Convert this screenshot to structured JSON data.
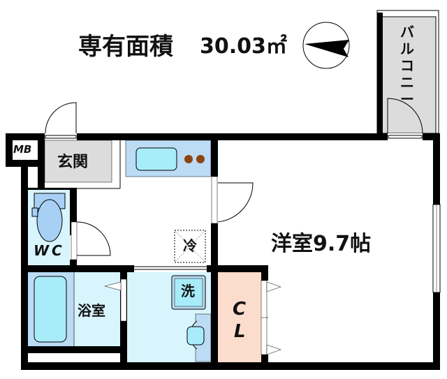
{
  "header": {
    "area_label": "専有面積",
    "area_value": "30.03㎡"
  },
  "compass": {
    "icon": "north-arrow-icon",
    "direction": "west"
  },
  "rooms": {
    "balcony": "バルコニー",
    "mb": "MB",
    "entrance": "玄関",
    "wc": "WC",
    "bathroom": "浴室",
    "refrigerator": "冷",
    "washer": "洗",
    "closet_c": "C",
    "closet_l": "L",
    "western_room": "洋室9.7帖"
  },
  "colors": {
    "wall": "#000000",
    "entrance_fill": "#dcdcdc",
    "balcony_fill": "#dcdcdc",
    "kitchen_fill": "#bcdcf5",
    "sink_fill": "#a8ecfa",
    "stove_fill": "#8b4513",
    "wc_fill": "#d8f4fc",
    "toilet_fill": "#a8d0f5",
    "bath_fill": "#d8f4fc",
    "tub_fill": "#a8ecfa",
    "closet_fill": "#fcdccc"
  }
}
